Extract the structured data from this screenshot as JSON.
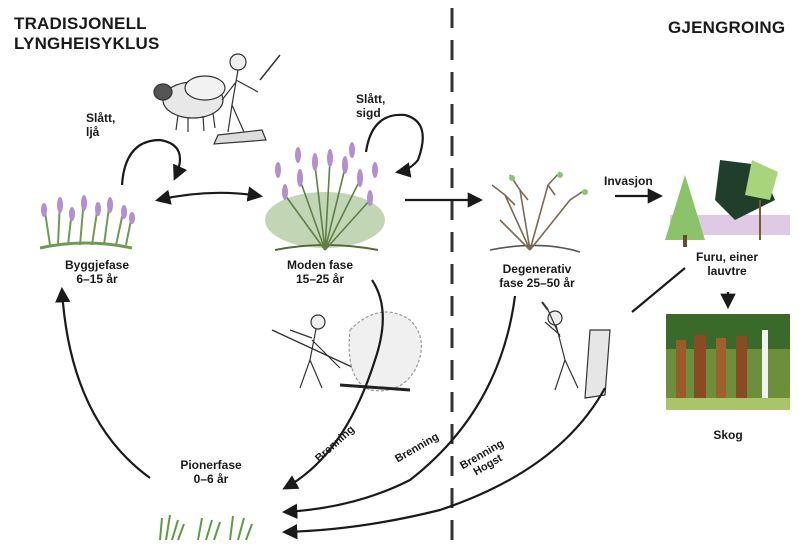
{
  "titles": {
    "left_line1": "TRADISJONELL",
    "left_line2": "LYNGHEISYKLUS",
    "right": "GJENGROING"
  },
  "phases": {
    "bygg_name": "Byggjefase",
    "bygg_age": "6–15 år",
    "moden_name": "Moden fase",
    "moden_age": "15–25 år",
    "degen_name": "Degenerativ",
    "degen_age": "fase 25–50 år",
    "pioner_name": "Pionerfase",
    "pioner_age": "0–6 år"
  },
  "actions": {
    "slatt_ljaa_1": "Slått,",
    "slatt_ljaa_2": "ljå",
    "slatt_sigd_1": "Slått,",
    "slatt_sigd_2": "sigd",
    "invasjon": "Invasjon",
    "brenning_1": "Brenning",
    "brenning_2": "Brenning",
    "brenning_3_line1": "Brenning",
    "brenning_3_line2": "Hogst"
  },
  "succession": {
    "furu_line1": "Furu, einer",
    "furu_line2": "lauvtre",
    "skog": "Skog"
  },
  "colors": {
    "heather_purple": "#b48fd0",
    "heather_green": "#6f9a55",
    "forest_dark": "#2f5a2f",
    "trunk_brown": "#9a5a2a",
    "ink": "#1a1a1a"
  },
  "icons": [
    "heather-plant",
    "sheep",
    "farmer-with-scythe",
    "person-burning-heath",
    "person-chopping-tree",
    "conifer-trees",
    "forest"
  ]
}
